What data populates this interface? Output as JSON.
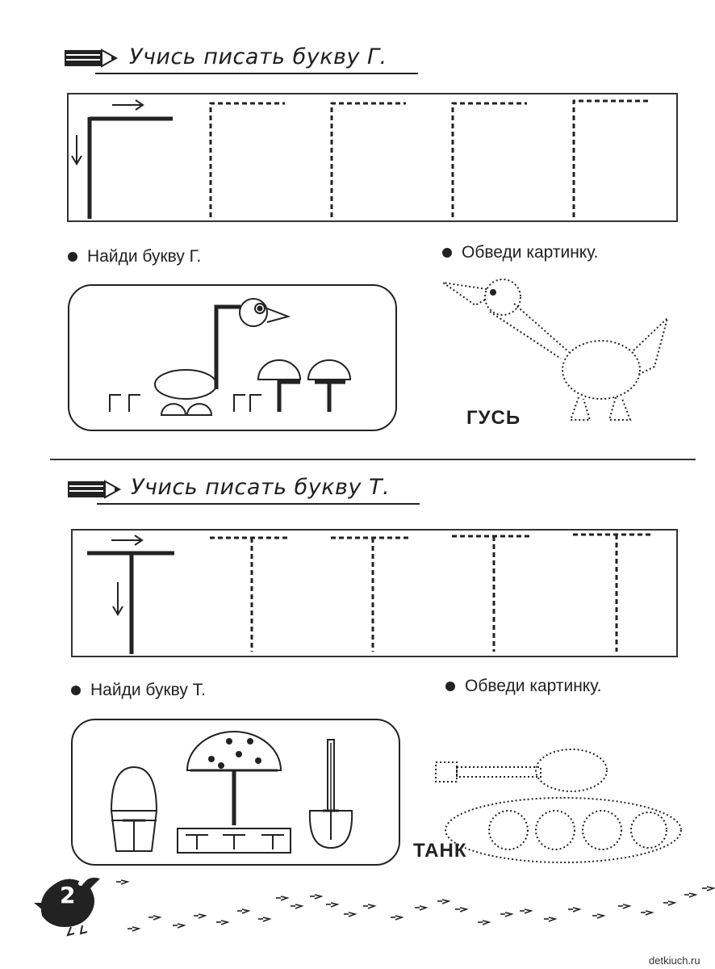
{
  "sections": [
    {
      "title": "Учись писать букву Г.",
      "find_label": "Найди букву Г.",
      "trace_label": "Обведи картинку.",
      "picture_word": "ГУСЬ",
      "pencil_icon": "pencil-icon"
    },
    {
      "title": "Учись писать букву Т.",
      "find_label": "Найди букву Т.",
      "trace_label": "Обведи картинку.",
      "picture_word": "ТАНК",
      "pencil_icon": "pencil-icon"
    }
  ],
  "footer": {
    "page_number": "2",
    "watermark": "detkiuch.ru",
    "mascot_icon": "bird-icon"
  },
  "colors": {
    "ink": "#222222",
    "paper": "#ffffff"
  }
}
